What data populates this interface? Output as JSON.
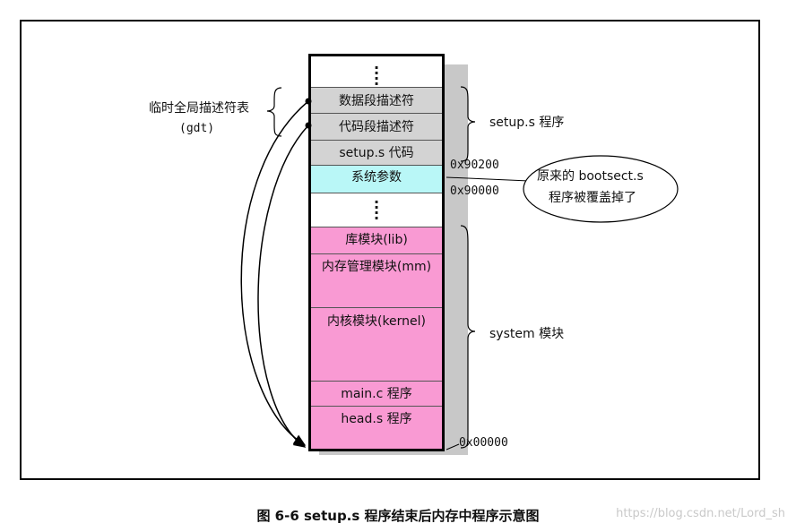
{
  "blocks": {
    "gdt_desc": "数据段描述符",
    "code_desc": "代码段描述符",
    "setup_code": "setup.s 代码",
    "sys_params": "系统参数",
    "lib": "库模块(lib)",
    "mm": "内存管理模块(mm)",
    "kernel": "内核模块(kernel)",
    "main": "main.c 程序",
    "head": "head.s 程序"
  },
  "labels": {
    "gdt_title": "临时全局描述符表",
    "gdt_short": "(gdt)",
    "setup": "setup.s 程序",
    "system": "system 模块",
    "addr_90200": "0x90200",
    "addr_90000": "0x90000",
    "addr_00000": "0x00000",
    "bubble_line1": "原来的 bootsect.s",
    "bubble_line2": "程序被覆盖掉了"
  },
  "caption": "图 6-6 setup.s 程序结束后内存中程序示意图",
  "watermark": "https://blog.csdn.net/Lord_sh",
  "colors": {
    "gray": "#d3d3d3",
    "cyan": "#b9f7f7",
    "pink": "#f99ad3"
  }
}
